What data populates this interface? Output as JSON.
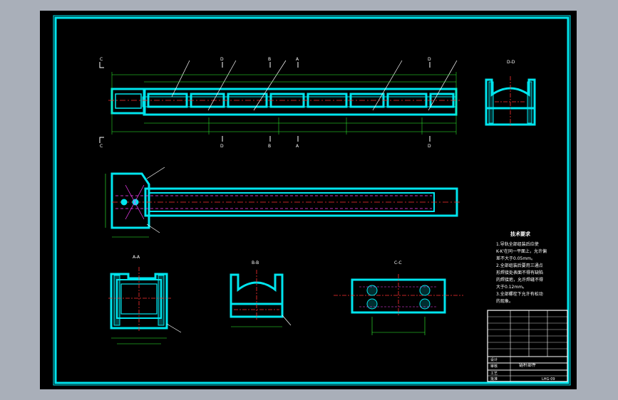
{
  "drawing": {
    "title": "",
    "section_labels": {
      "aa": "A-A",
      "bb": "B-B",
      "cc": "C-C",
      "dd": "D-D"
    },
    "cut_markers": {
      "c": "C",
      "d": "D",
      "b": "B",
      "a": "A"
    },
    "tech_requirements": {
      "heading": "技术要求",
      "lines": [
        "1.导轨全部组装后应使",
        "K-K'在同一平面上，允许偏",
        "差不大于0.05mm。",
        "2.全部组装后要用三通点",
        "形焊接处表面不得有缺陷",
        "的焊接疤，允许焊缝不得",
        "大于0.12mm。",
        "3.全部螺栓下允许有松动",
        "的现象。"
      ]
    },
    "title_block": {
      "drawing_name": "链杆部件",
      "drawing_number": "LHG-09",
      "row_labels": [
        "设计",
        "审核",
        "工艺",
        "批准"
      ]
    }
  },
  "colors": {
    "sheet_bg": "#000000",
    "frame": "#00e5ee",
    "outline": "#00e5ee",
    "centerline": "#ff3030",
    "dimension": "#33ff33",
    "hidden": "#ff40ff",
    "text": "#ffffff"
  }
}
